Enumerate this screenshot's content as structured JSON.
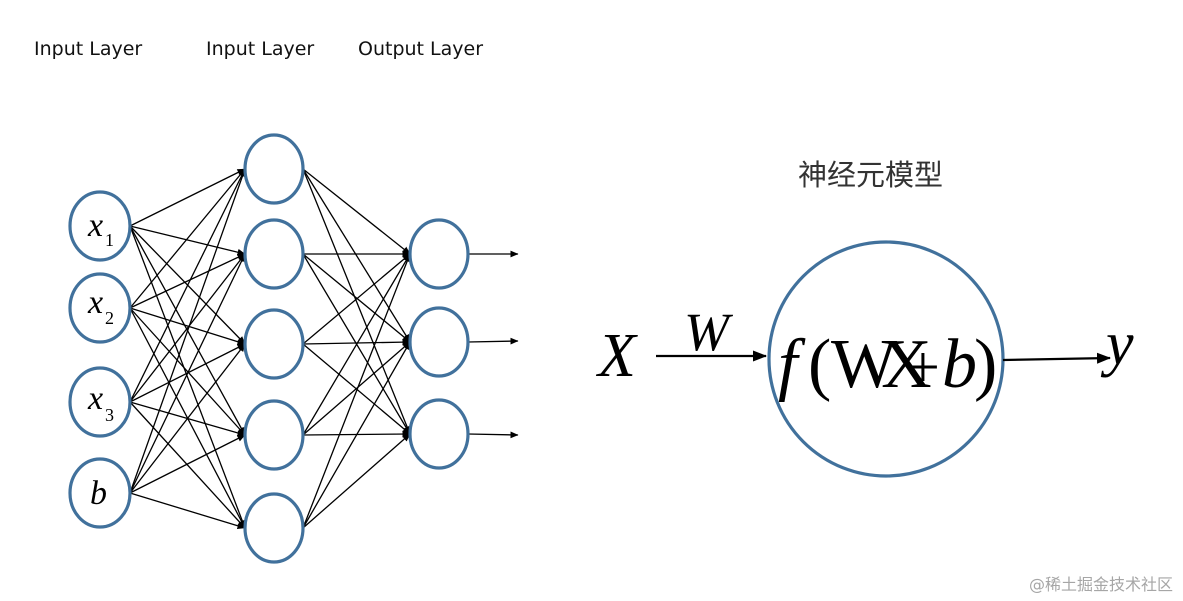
{
  "labels": {
    "input_layer_1": "Input Layer",
    "input_layer_2": "Input Layer",
    "output_layer": "Output Layer",
    "neuron_model_title": "神经元模型"
  },
  "inputs": [
    {
      "var": "x",
      "sub": "1"
    },
    {
      "var": "x",
      "sub": "2"
    },
    {
      "var": "x",
      "sub": "3"
    },
    {
      "var": "b",
      "sub": ""
    }
  ],
  "hidden_count": 5,
  "output_count": 3,
  "neuron_model": {
    "input": "X",
    "weight": "W",
    "function": "f",
    "open_paren": "(",
    "wx": "WX",
    "plus": "+",
    "bias": "b",
    "close_paren": ")",
    "output": "y"
  },
  "watermark": "@稀土掘金技术社区",
  "colors": {
    "node_stroke": "#41719c",
    "edge": "#000000",
    "watermark": "#a6a6a6"
  }
}
